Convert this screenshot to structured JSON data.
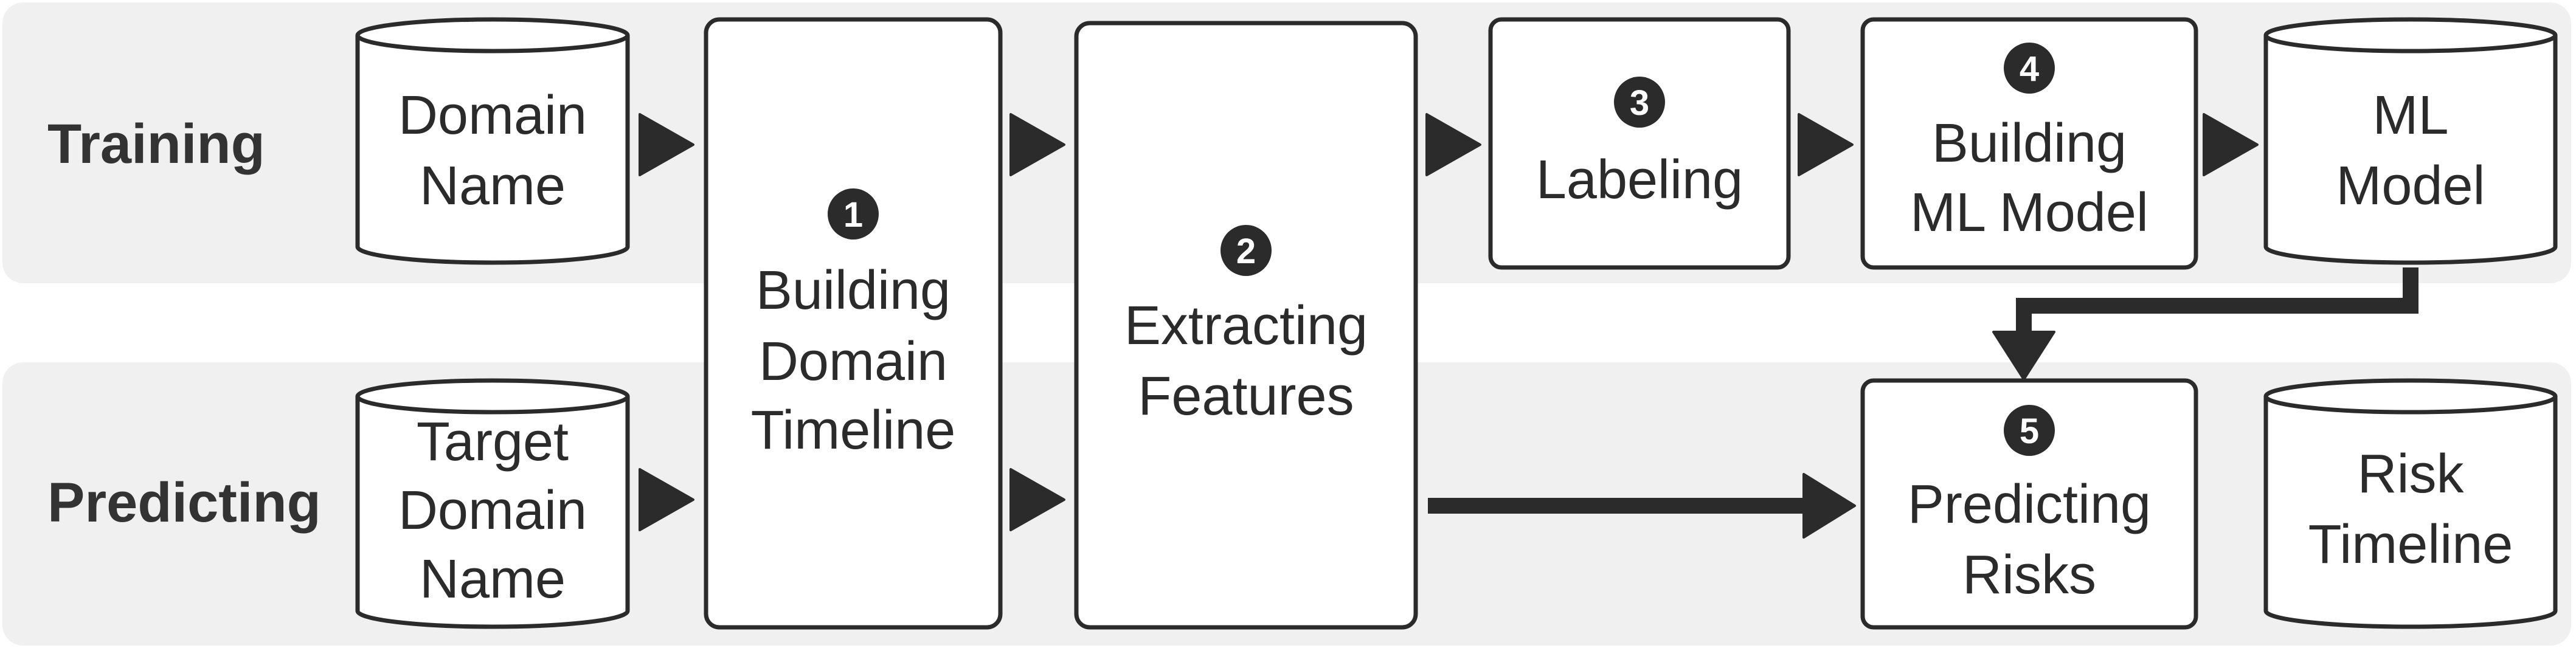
{
  "lanes": {
    "training": "Training",
    "predicting": "Predicting"
  },
  "nodes": {
    "domain_name": [
      "Domain",
      "Name"
    ],
    "target_domain_name": [
      "Target",
      "Domain",
      "Name"
    ],
    "building_domain_timeline": {
      "step": "1",
      "lines": [
        "Building",
        "Domain",
        "Timeline"
      ]
    },
    "extracting_features": {
      "step": "2",
      "lines": [
        "Extracting",
        "Features"
      ]
    },
    "labeling": {
      "step": "3",
      "lines": [
        "Labeling"
      ]
    },
    "building_ml_model": {
      "step": "4",
      "lines": [
        "Building",
        "ML Model"
      ]
    },
    "ml_model": [
      "ML",
      "Model"
    ],
    "predicting_risks": {
      "step": "5",
      "lines": [
        "Predicting",
        "Risks"
      ]
    },
    "risk_timeline": [
      "Risk",
      "Timeline"
    ]
  },
  "colors": {
    "lane_background": "#f0f0f0",
    "stroke": "#2b2b2b",
    "node_fill": "#ffffff"
  }
}
